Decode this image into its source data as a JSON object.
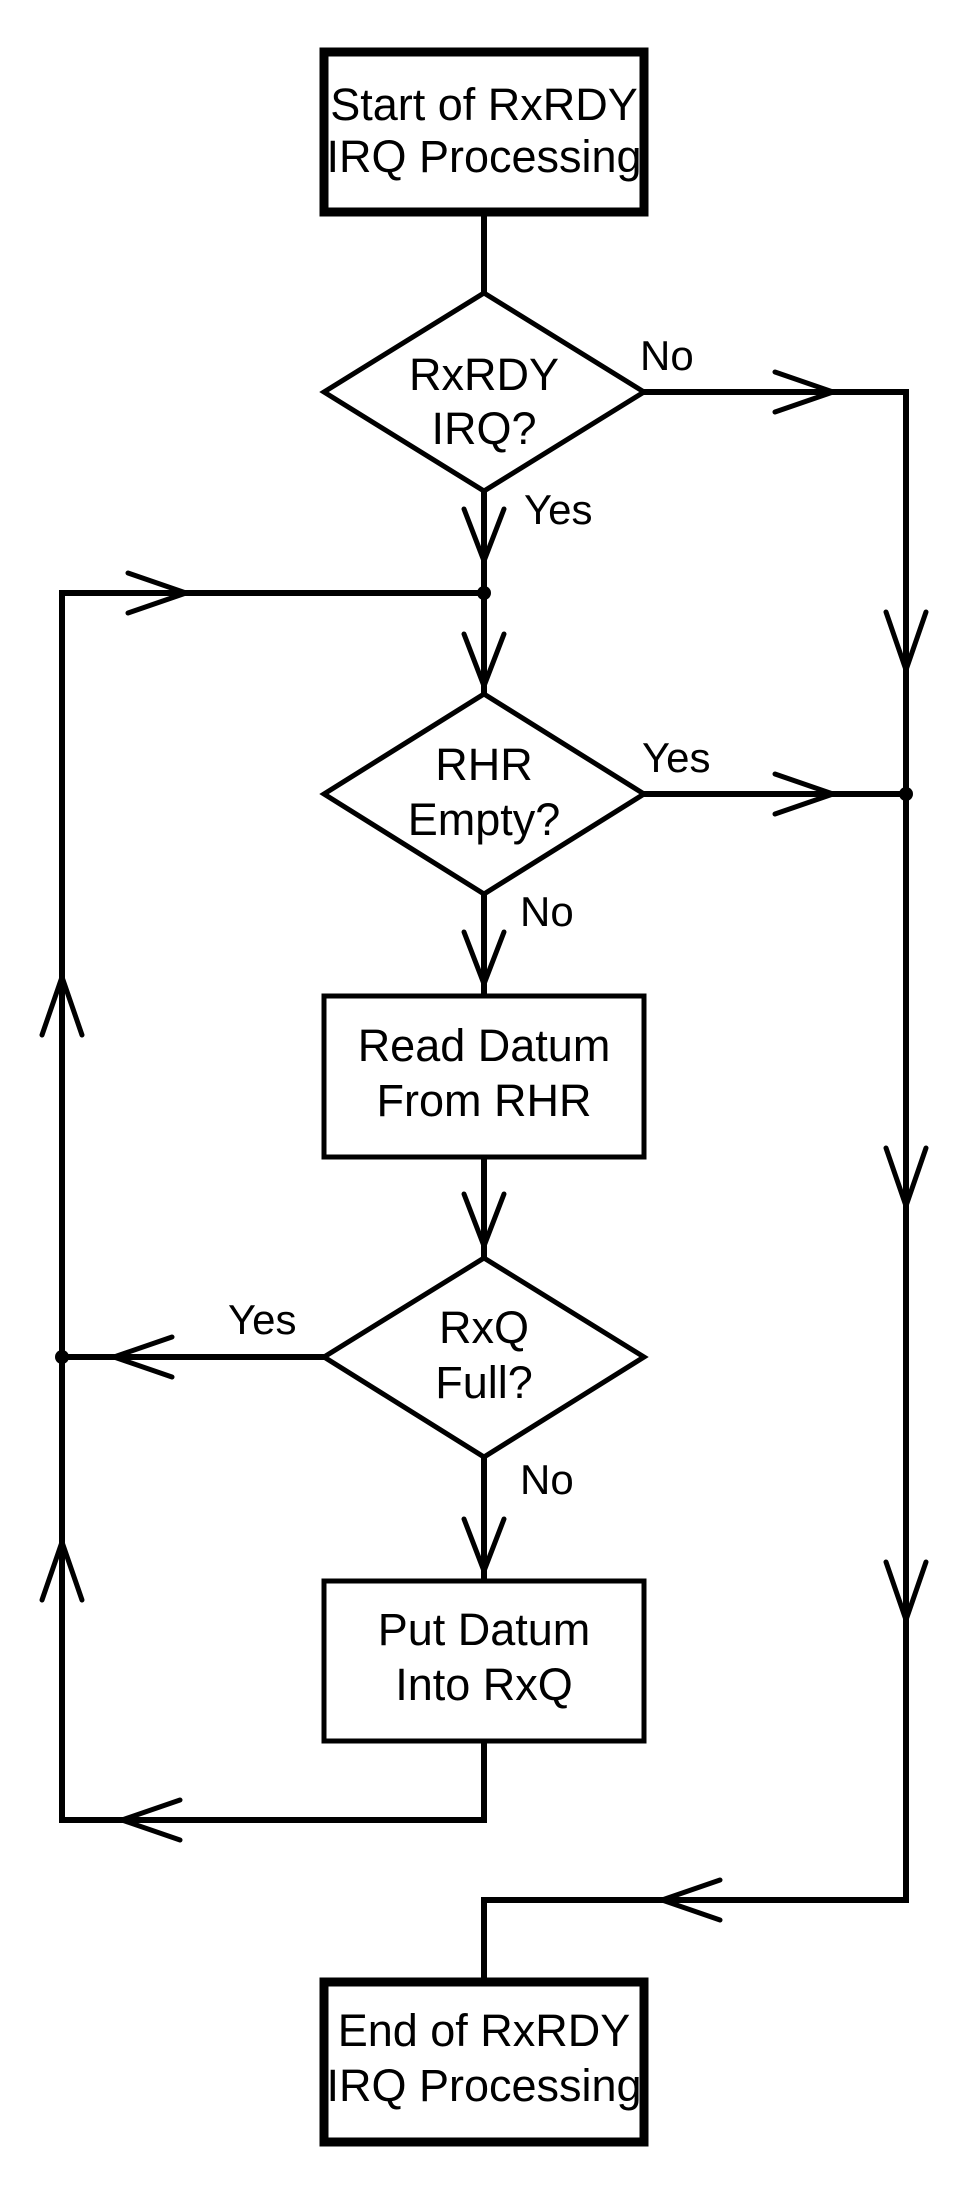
{
  "nodes": {
    "start": {
      "line1": "Start of RxRDY",
      "line2": "IRQ Processing"
    },
    "rxrdy_irq": {
      "line1": "RxRDY",
      "line2": "IRQ?"
    },
    "rhr_empty": {
      "line1": "RHR",
      "line2": "Empty?"
    },
    "read_datum": {
      "line1": "Read Datum",
      "line2": "From RHR"
    },
    "rxq_full": {
      "line1": "RxQ",
      "line2": "Full?"
    },
    "put_datum": {
      "line1": "Put Datum",
      "line2": "Into RxQ"
    },
    "end": {
      "line1": "End of RxRDY",
      "line2": "IRQ Processing"
    }
  },
  "edges": {
    "rxrdy_irq_no": "No",
    "rxrdy_irq_yes": "Yes",
    "rhr_empty_yes": "Yes",
    "rhr_empty_no": "No",
    "rxq_full_yes": "Yes",
    "rxq_full_no": "No"
  }
}
